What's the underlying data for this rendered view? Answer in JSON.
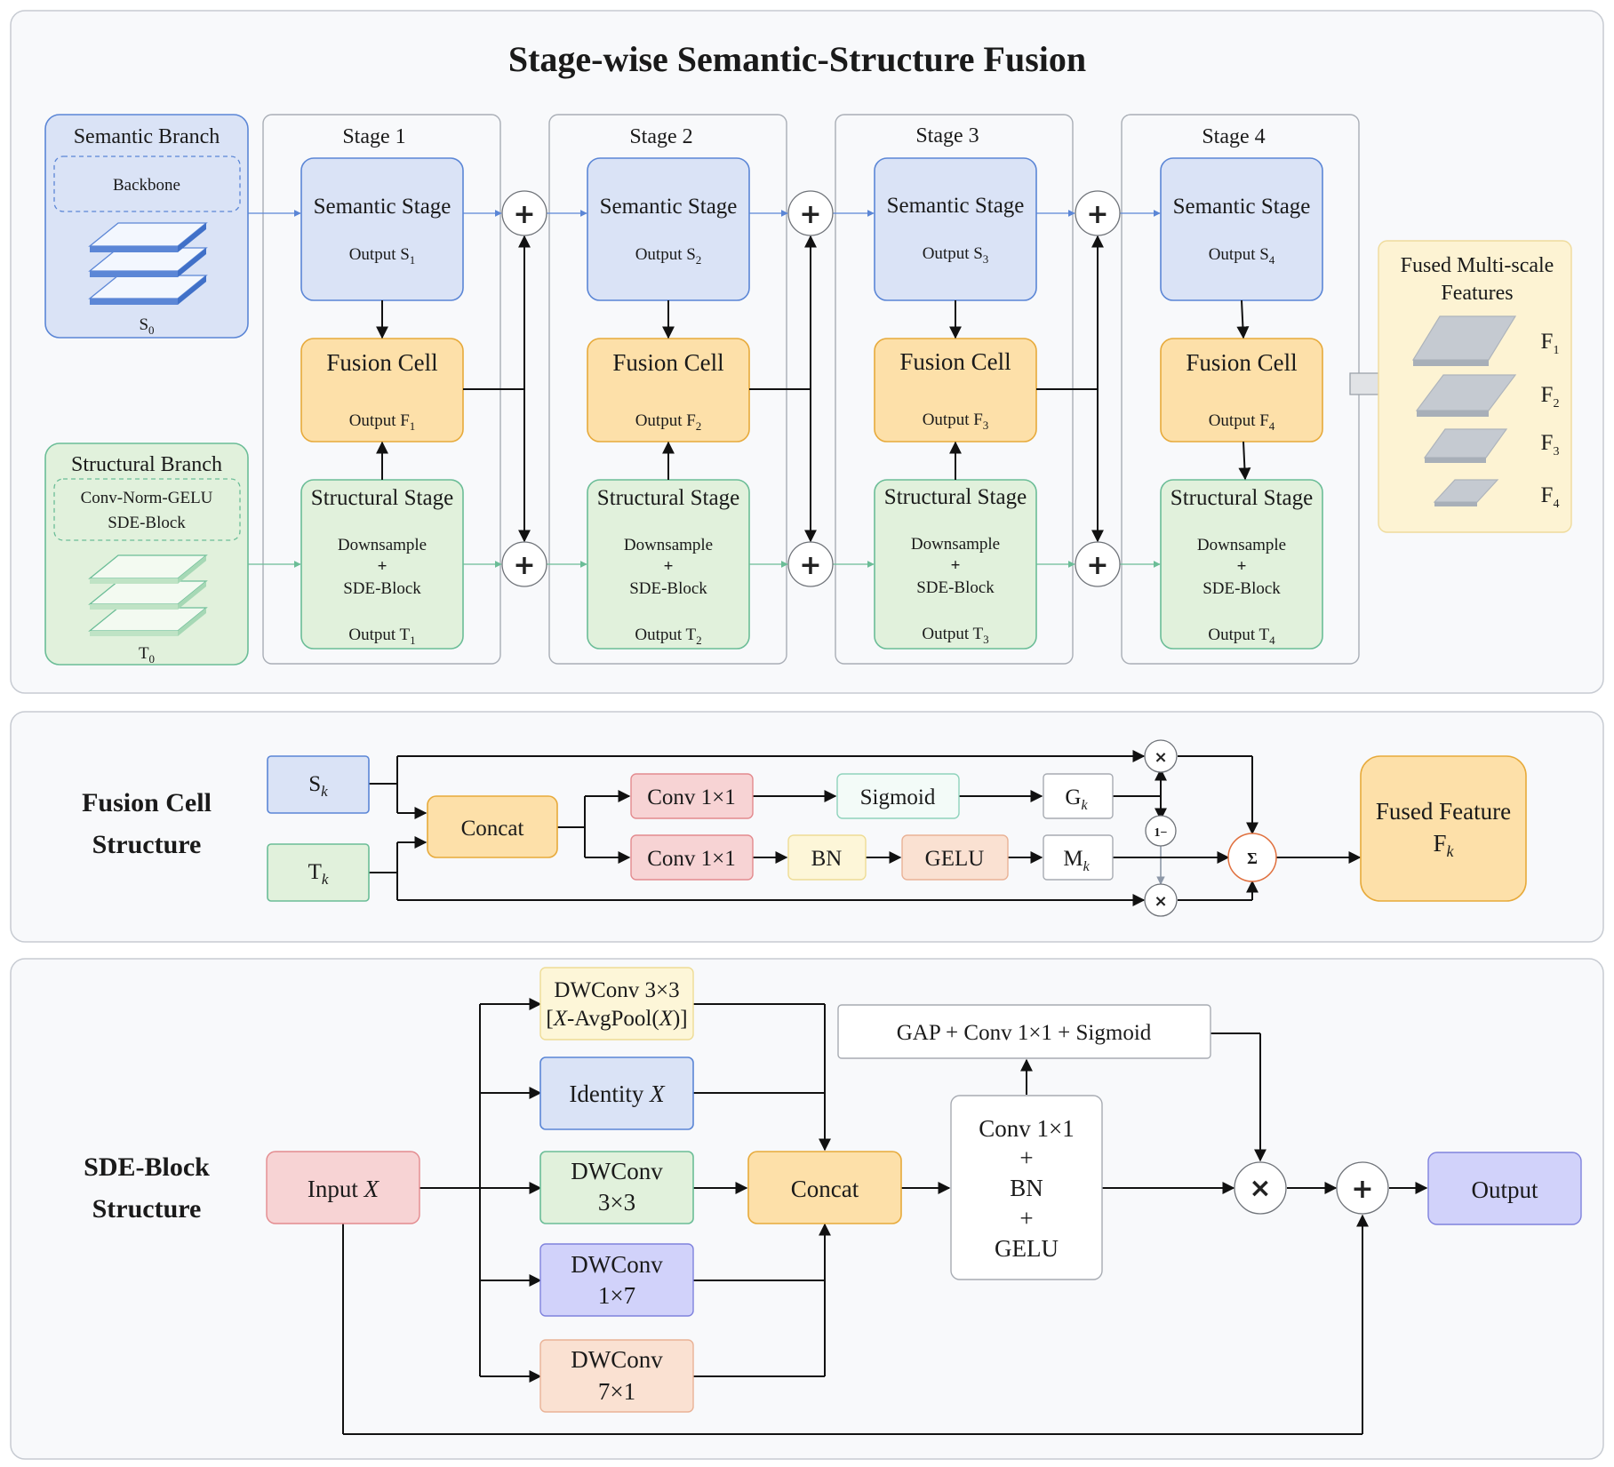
{
  "title": "Stage-wise Semantic-Structure Fusion",
  "semantic_branch": {
    "label": "Semantic Branch",
    "backbone": "Backbone",
    "output": "S",
    "output_sub": "0"
  },
  "structural_branch": {
    "label": "Structural Branch",
    "line1": "Conv-Norm-GELU",
    "line2": "SDE-Block",
    "output": "T",
    "output_sub": "0"
  },
  "stages": [
    {
      "label": "Stage 1",
      "semantic_title": "Semantic Stage",
      "semantic_output": "Output S",
      "semantic_sub": "1",
      "fusion_title": "Fusion Cell",
      "fusion_output": "Output F",
      "fusion_sub": "1",
      "structural_title": "Structural Stage",
      "structural_l1": "Downsample",
      "structural_l2": "+",
      "structural_l3": "SDE-Block",
      "structural_output": "Output T",
      "structural_sub": "1"
    },
    {
      "label": "Stage 2",
      "semantic_title": "Semantic Stage",
      "semantic_output": "Output S",
      "semantic_sub": "2",
      "fusion_title": "Fusion Cell",
      "fusion_output": "Output F",
      "fusion_sub": "2",
      "structural_title": "Structural Stage",
      "structural_l1": "Downsample",
      "structural_l2": "+",
      "structural_l3": "SDE-Block",
      "structural_output": "Output T",
      "structural_sub": "2"
    },
    {
      "label": "Stage 3",
      "semantic_title": "Semantic Stage",
      "semantic_output": "Output S",
      "semantic_sub": "3",
      "fusion_title": "Fusion Cell",
      "fusion_output": "Output F",
      "fusion_sub": "3",
      "structural_title": "Structural Stage",
      "structural_l1": "Downsample",
      "structural_l2": "+",
      "structural_l3": "SDE-Block",
      "structural_output": "Output T",
      "structural_sub": "3"
    },
    {
      "label": "Stage 4",
      "semantic_title": "Semantic Stage",
      "semantic_output": "Output S",
      "semantic_sub": "4",
      "fusion_title": "Fusion Cell",
      "fusion_output": "Output F",
      "fusion_sub": "4",
      "structural_title": "Structural Stage",
      "structural_l1": "Downsample",
      "structural_l2": "+",
      "structural_l3": "SDE-Block",
      "structural_output": "Output T",
      "structural_sub": "4"
    }
  ],
  "fused_features": {
    "title_l1": "Fused Multi-scale",
    "title_l2": "Features",
    "items": [
      {
        "base": "F",
        "sub": "1"
      },
      {
        "base": "F",
        "sub": "2"
      },
      {
        "base": "F",
        "sub": "3"
      },
      {
        "base": "F",
        "sub": "4"
      }
    ]
  },
  "ops": {
    "plus": "+",
    "times": "×",
    "one_minus": "1−",
    "sigma": "Σ"
  },
  "fusion_cell": {
    "side_l1": "Fusion Cell",
    "side_l2": "Structure",
    "s_base": "S",
    "s_sub": "k",
    "t_base": "T",
    "t_sub": "k",
    "concat": "Concat",
    "conv1": "Conv 1×1",
    "sigmoid": "Sigmoid",
    "g_base": "G",
    "g_sub": "k",
    "conv2": "Conv 1×1",
    "bn": "BN",
    "gelu": "GELU",
    "m_base": "M",
    "m_sub": "k",
    "fused_l1": "Fused Feature",
    "fused_base": "F",
    "fused_sub": "k"
  },
  "sde_block": {
    "side_l1": "SDE-Block",
    "side_l2": "Structure",
    "input_base": "Input ",
    "input_x": "X",
    "dw_avg_l1": "DWConv 3×3",
    "dw_avg_l2a": "[",
    "dw_avg_x1": "X",
    "dw_avg_l2b": "-AvgPool(",
    "dw_avg_x2": "X",
    "dw_avg_l2c": ")]",
    "identity_base": "Identity ",
    "identity_x": "X",
    "dw33_l1": "DWConv",
    "dw33_l2": "3×3",
    "dw17_l1": "DWConv",
    "dw17_l2": "1×7",
    "dw71_l1": "DWConv",
    "dw71_l2": "7×1",
    "concat": "Concat",
    "cbg_l1": "Conv 1×1",
    "cbg_l2": "+",
    "cbg_l3": "BN",
    "cbg_l4": "+",
    "cbg_l5": "GELU",
    "gap": "GAP + Conv 1×1 + Sigmoid",
    "output": "Output"
  }
}
